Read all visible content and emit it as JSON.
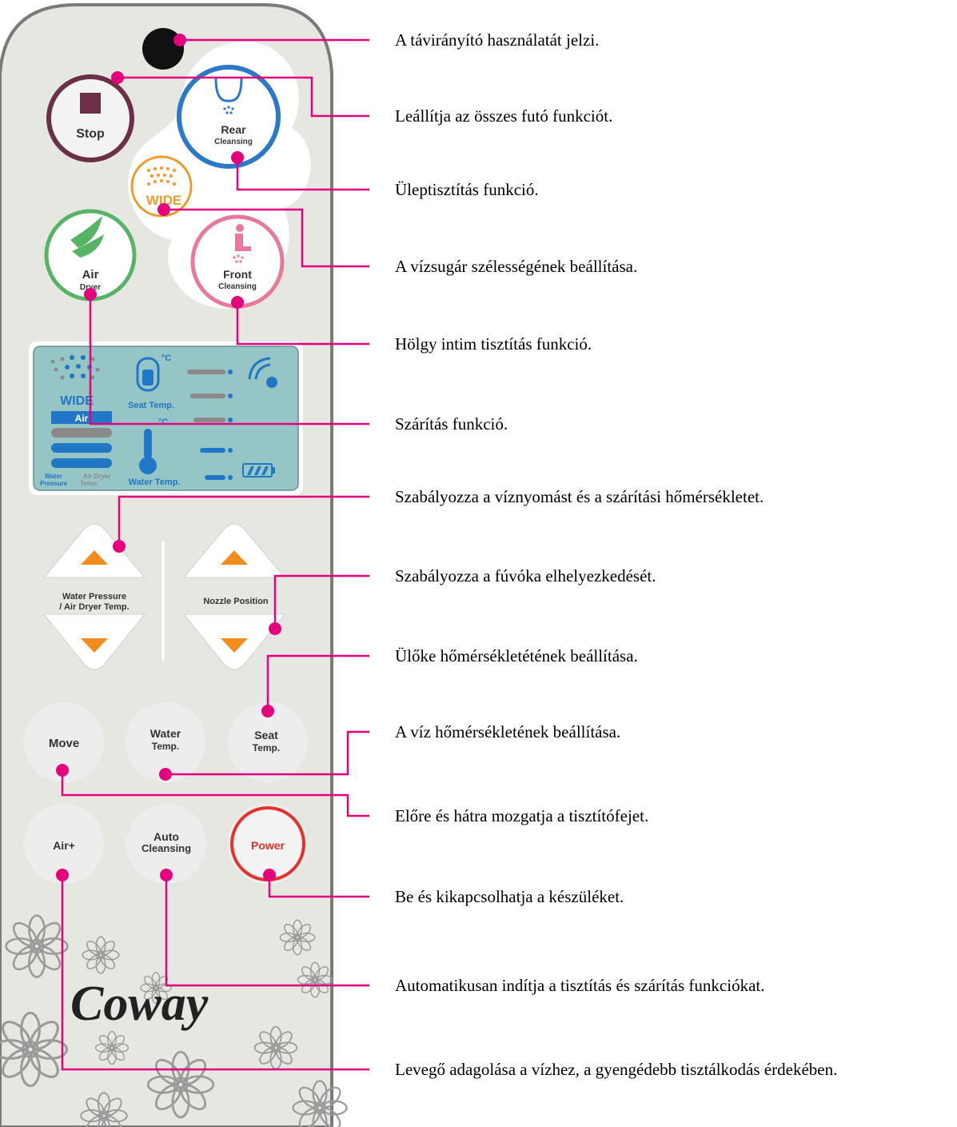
{
  "colors": {
    "callout": "#e5007e",
    "remote_body": "#e7e7e1",
    "lcd_screen": "#95c5c5",
    "lcd_blue": "#1f77c6",
    "stop_ring": "#6b3048",
    "rear_ring": "#2c79c9",
    "wide_ring": "#f29a2a",
    "air_ring": "#55b465",
    "front_ring": "#e8799b",
    "power_ring": "#e5312c",
    "arrow_orange": "#f28c1c"
  },
  "remote": {
    "buttons": {
      "stop": "Stop",
      "rear": [
        "Rear",
        "Cleansing"
      ],
      "wide": "WIDE",
      "air": [
        "Air",
        "Dryer"
      ],
      "front": [
        "Front",
        "Cleansing"
      ],
      "water_pressure_label": [
        "Water Pressure",
        "/ Air Dryer Temp."
      ],
      "nozzle_position_label": "Nozzle Position",
      "move": "Move",
      "water_temp": [
        "Water",
        "Temp."
      ],
      "seat_temp": [
        "Seat",
        "Temp."
      ],
      "air_plus": "Air+",
      "auto_cleansing": [
        "Auto",
        "Cleansing"
      ],
      "power": "Power"
    },
    "lcd": {
      "wide": "WIDE",
      "air": "Air",
      "seat_temp": "Seat Temp.",
      "water_temp": "Water Temp.",
      "celsius": "°C",
      "water_pressure": [
        "Water",
        "Pressure"
      ],
      "air_dryer_temp": [
        "Air Dryer",
        "Temp."
      ]
    },
    "brand": "Coway"
  },
  "descriptions": [
    "A távirányító használatát jelzi.",
    "Leállítja az összes futó funkciót.",
    "Üleptisztítás funkció.",
    "A vízsugár szélességének beállítása.",
    "Hölgy intim tisztítás funkció.",
    "Szárítás funkció.",
    "Szabályozza a víznyomást és a szárítási hőmérsékletet.",
    "Szabályozza a fúvóka elhelyezkedését.",
    "Ülőke hőmérsékletétének beállítása.",
    "A víz hőmérsékletének beállítása.",
    "Előre és hátra mozgatja a tisztítófejet.",
    "Be és kikapcsolhatja a készüléket.",
    "Automatikusan indítja a tisztítás és szárítás funkciókat.",
    "Levegő adagolása a vízhez, a gyengédebb tisztálkodás érdekében."
  ]
}
